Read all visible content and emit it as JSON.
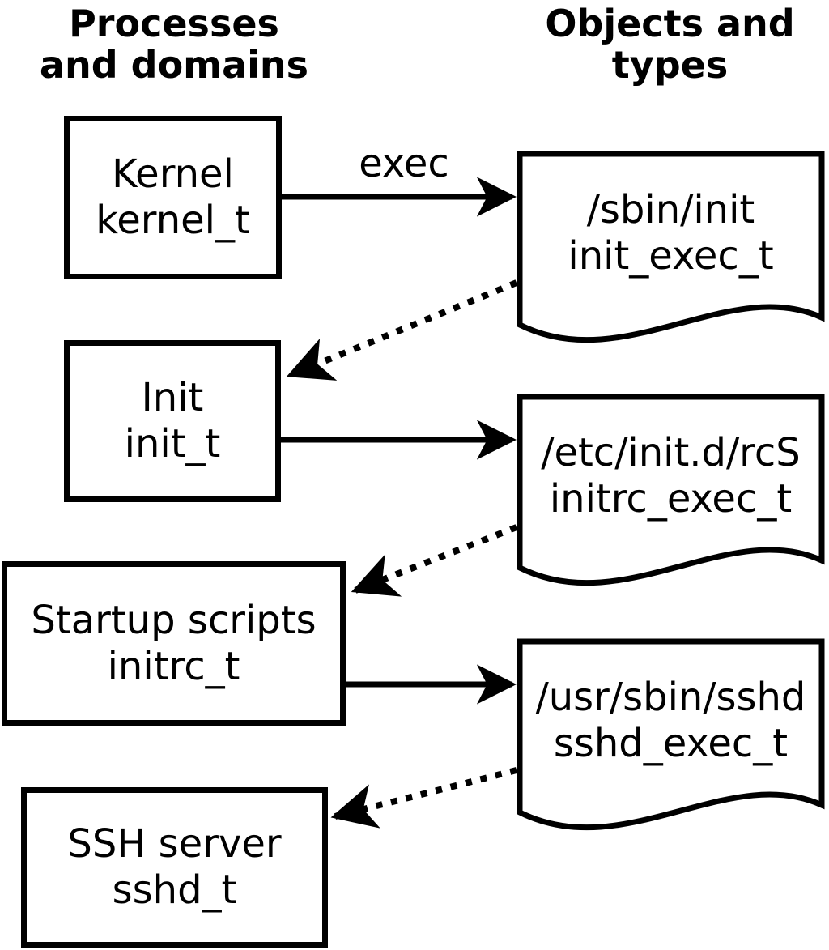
{
  "headers": {
    "left": "Processes\nand domains",
    "right": "Objects and\ntypes"
  },
  "processes": [
    {
      "name": "Kernel",
      "type": "kernel_t"
    },
    {
      "name": "Init",
      "type": "init_t"
    },
    {
      "name": "Startup scripts",
      "type": "initrc_t"
    },
    {
      "name": "SSH server",
      "type": "sshd_t"
    }
  ],
  "objects": [
    {
      "name": "/sbin/init",
      "type": "init_exec_t"
    },
    {
      "name": "/etc/init.d/rcS",
      "type": "initrc_exec_t"
    },
    {
      "name": "/usr/sbin/sshd",
      "type": "sshd_exec_t"
    }
  ],
  "labels": {
    "exec": "exec"
  },
  "colors": {
    "stroke": "#000000",
    "background": "#ffffff"
  }
}
